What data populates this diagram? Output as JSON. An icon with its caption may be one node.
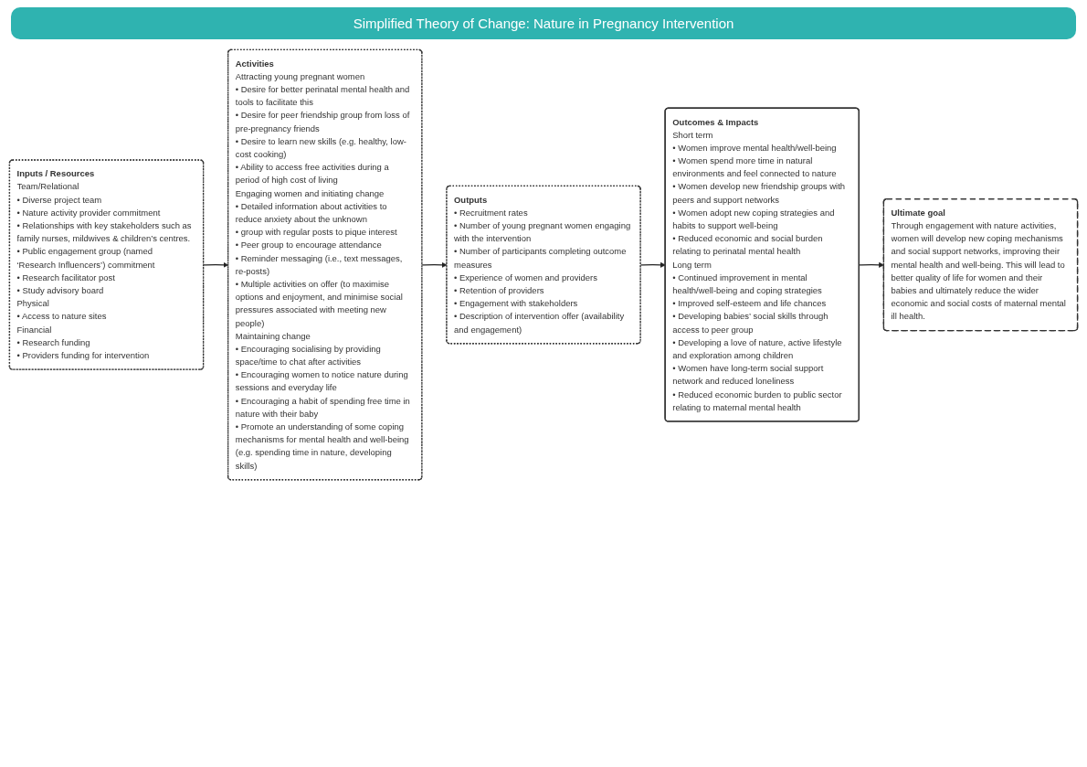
{
  "diagram": {
    "title": "Simplified Theory of Change: Nature in Pregnancy Intervention",
    "nodes": [
      {
        "text": [
          "Inputs / Resources",
          "Team/Relational",
          "• Diverse project team",
          "• Nature activity provider commitment",
          "• Relationships with key stakeholders such as family nurses, mildwives & children’s centres.",
          "• Public engagement group (named ‘Research Influencers’) commitment",
          "• Research facilitator post",
          "• Study advisory board",
          "Physical",
          "• Access to nature sites",
          "Financial",
          "• Research funding",
          "• Providers funding for intervention"
        ]
      },
      {
        "text": [
          "Activities",
          "Attracting young pregnant women",
          "• Desire for better perinatal mental health and tools to facilitate this",
          "• Desire for peer friendship group from loss of pre-pregnancy friends",
          "• Desire to learn new skills (e.g. healthy, low-cost cooking)",
          "• Ability to access free activities during a period of high cost of living",
          "Engaging women and initiating change",
          "• Detailed information about activities to reduce anxiety about the unknown",
          "• group with regular posts to pique interest",
          "• Peer group to encourage attendance",
          "• Reminder messaging (i.e., text messages, re-posts)",
          "• Multiple activities on offer (to maximise options and enjoyment, and minimise social pressures associated with meeting new people)",
          "Maintaining change",
          "• Encouraging socialising by providing space/time to chat after activities",
          "• Encouraging women to notice nature during sessions and everyday life",
          "• Encouraging a habit of spending free time in nature with their baby",
          "• Promote an understanding of some coping mechanisms for mental health and well-being (e.g. spending time in nature, developing skills)"
        ]
      },
      {
        "text": [
          "Outputs",
          "• Recruitment rates",
          "• Number of young pregnant women engaging with the intervention",
          "• Number of participants completing outcome measures",
          "• Experience of women and providers",
          "• Retention of providers",
          "• Engagement with stakeholders",
          "• Description of intervention offer (availability and engagement)"
        ]
      },
      {
        "text": [
          "Ultimate goal",
          "Through engagement with nature activities, women will develop new coping mechanisms and social support networks, improving their mental health and well-being. This will lead to better quality of life for women and their babies and ultimately reduce the wider economic and social costs of maternal mental ill health."
        ]
      },
      {
        "text": [
          "Outcomes & Impacts",
          "Short term",
          "• Women improve mental health/well-being",
          "• Women spend more time in natural environments and feel connected to nature",
          "• Women develop new friendship groups with peers and support networks",
          "• Women adopt new coping strategies and habits to support well-being",
          "• Reduced economic and social burden relating to perinatal mental health",
          "Long term",
          "• Continued improvement in mental health/well-being and coping strategies",
          "• Improved self-esteem and life chances",
          "• Developing babies’ social skills through access to peer group",
          "• Developing a love of nature, active lifestyle and exploration among children",
          "• Women have long-term social support network and reduced loneliness",
          "• Reduced economic burden to public sector relating to maternal mental health"
        ]
      }
    ],
    "edges": [
      {
        "from": 0,
        "to": 1,
        "arrow": "to"
      },
      {
        "from": 1,
        "to": 2,
        "arrow": "to"
      },
      {
        "from": 2,
        "to": 4,
        "arrow": "to"
      },
      {
        "from": 4,
        "to": 3,
        "arrow": "to"
      }
    ]
  }
}
